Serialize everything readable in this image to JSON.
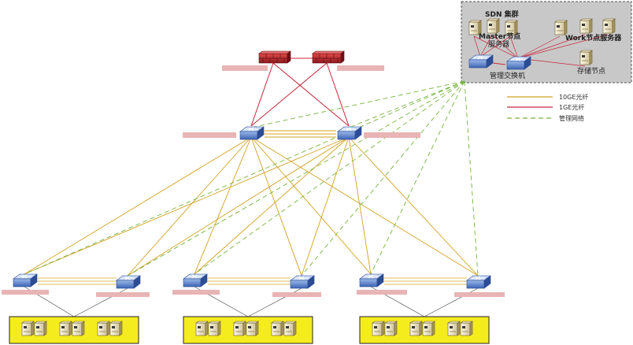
{
  "sdn_cluster": {
    "title": "SDN 集群",
    "master_label": "Master节点",
    "master_sub": "服务器",
    "work_label": "Work节点服务器",
    "switch_label": "管理交换机",
    "storage_label": "存储节点"
  },
  "legend": {
    "items": [
      {
        "label": "10GE光纤",
        "color": "#d4a020",
        "dash": ""
      },
      {
        "label": "1GE光纤",
        "color": "#c8283c",
        "dash": ""
      },
      {
        "label": "管理网络",
        "color": "#78b43c",
        "dash": "6 4"
      }
    ]
  },
  "colors": {
    "core_link": "#c8283c",
    "data_link": "#d4a020",
    "mgmt_link": "#78b43c",
    "label_bg": "#e8b4b4",
    "rack_bg": "#f5ec1e",
    "cluster_bg": "#c8c8c8"
  }
}
